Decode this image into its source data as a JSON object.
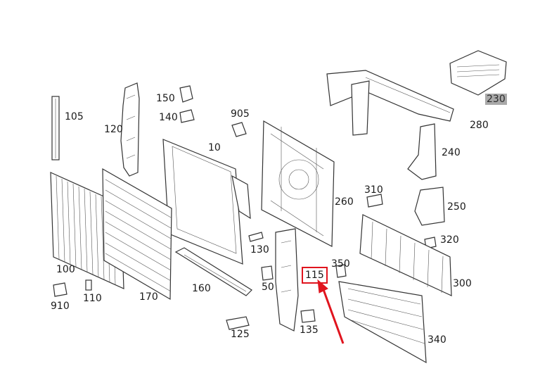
{
  "labels": {
    "p105": "105",
    "p120": "120",
    "p150": "150",
    "p140": "140",
    "p10": "10",
    "p905": "905",
    "p230": "230",
    "p280": "280",
    "p240": "240",
    "p260": "260",
    "p310": "310",
    "p250": "250",
    "p320": "320",
    "p130": "130",
    "p100": "100",
    "p50": "50",
    "p350": "350",
    "p115": "115",
    "p300": "300",
    "p910": "910",
    "p110": "110",
    "p170": "170",
    "p160": "160",
    "p135": "135",
    "p125": "125",
    "p340": "340"
  },
  "colors": {
    "highlight_gray": "#a9a9a9",
    "highlight_red": "#e0141e",
    "line": "#333333"
  }
}
